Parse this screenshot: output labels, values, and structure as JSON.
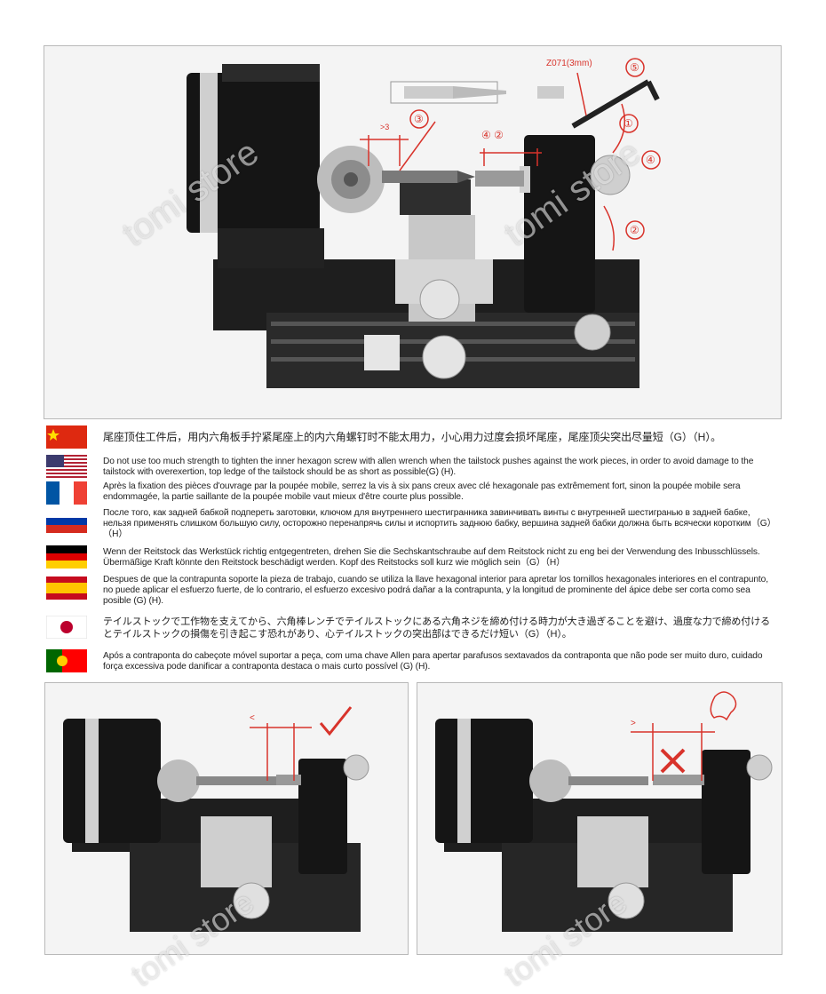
{
  "watermark": "tomi store",
  "diagram": {
    "part_code": "Z071(3mm)",
    "markers": [
      "①",
      "②",
      "③",
      "④",
      "⑤"
    ],
    "gap_label": ">3",
    "inline_labels": "④ ②",
    "ok_gap": "<",
    "bad_gap": ">"
  },
  "languages": [
    {
      "flag": "cn",
      "text": "尾座顶住工件后，用内六角板手拧紧尾座上的内六角螺钉时不能太用力，小心用力过度会损坏尾座，尾座顶尖突出尽量短（G）（H）。"
    },
    {
      "flag": "us",
      "text": "Do not use too much strength to tighten the inner hexagon screw with allen wrench when the tailstock pushes against the work pieces, in order to avoid damage to the tailstock with overexertion, top ledge of the tailstock should be as short as possible(G) (H)."
    },
    {
      "flag": "fr",
      "text": "Après la fixation des pièces d'ouvrage par la poupée mobile, serrez la vis à six pans creux avec clé hexagonale pas extrêmement fort, sinon la poupée mobile sera endommagée, la partie saillante de la poupée mobile vaut mieux d'être courte plus possible."
    },
    {
      "flag": "ru",
      "text": "После того, как задней бабкой подпереть заготовки, ключом для внутреннего шестигранника завинчивать винты с внутренней шестигранью в задней бабке, нельзя применять слишком большую силу, осторожно перенапрячь силы и испортить заднюю бабку, вершина задней бабки должна быть всячески коротким（G）（H）"
    },
    {
      "flag": "de",
      "text": "Wenn der Reitstock das Werkstück richtig entgegentreten, drehen Sie die Sechskantschraube auf dem Reitstock nicht zu eng bei der Verwendung des Inbusschlüssels. Übermäßige Kraft könnte den Reitstock beschädigt werden. Kopf des Reitstocks soll kurz wie möglich sein（G）（H）"
    },
    {
      "flag": "es",
      "text": "Despues de que la contrapunta soporte la pieza de trabajo, cuando se utiliza la llave hexagonal interior para apretar los tornillos hexagonales interiores en el contrapunto, no puede aplicar el esfuerzo fuerte, de lo contrario, el esfuerzo excesivo podrá dañar a la contrapunta, y la longitud de prominente del ápice debe ser corta como sea posible (G) (H)."
    },
    {
      "flag": "jp",
      "text": "テイルストックで工作物を支えてから、六角棒レンチでテイルストックにある六角ネジを締め付ける時力が大き過ぎることを避け、過度な力で締め付けるとテイルストックの損傷を引き起こす恐れがあり、心テイルストックの突出部はできるだけ短い（G）（H）。"
    },
    {
      "flag": "pt",
      "text": "Após a contraponta do cabeçote móvel suportar a peça, com uma chave Allen para apertar parafusos sextavados da contraponta que não pode ser muito duro, cuidado força excessiva pode danificar a contraponta destaca o mais curto possível (G) (H)."
    }
  ],
  "colors": {
    "accent_red": "#d8332b",
    "panel_bg": "#f4f4f4",
    "text": "#222222"
  }
}
